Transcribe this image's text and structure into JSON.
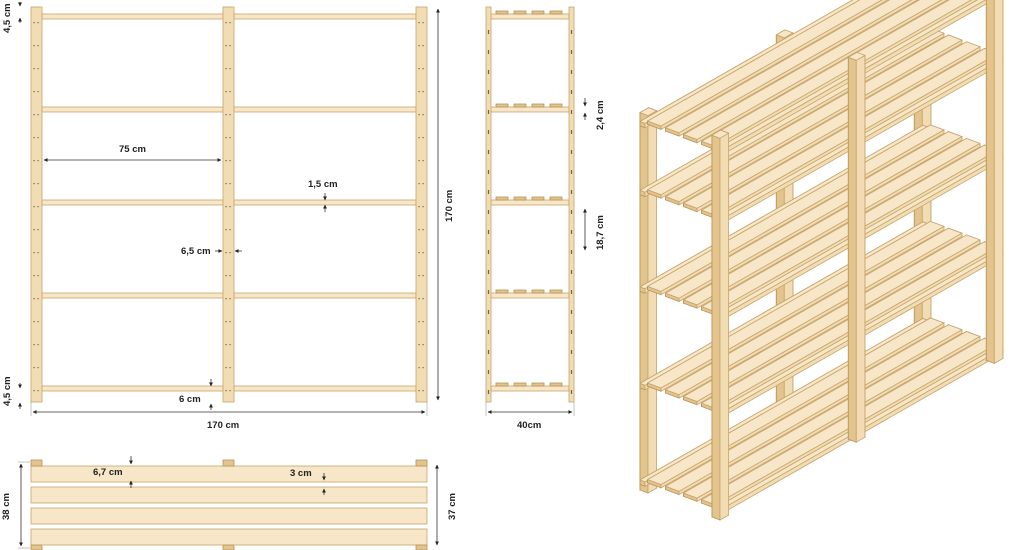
{
  "front_view": {
    "total_width": "170 cm",
    "total_height": "170 cm",
    "bay_width": "75 cm",
    "shelf_thickness": "1,5 cm",
    "post_width": "6,5 cm",
    "bottom_gap": "6 cm",
    "top_offset": "4,5 cm",
    "bottom_offset": "4,5 cm"
  },
  "side_view": {
    "depth": "40cm",
    "slat_gap": "2,4 cm",
    "shelf_spacing": "18,7 cm"
  },
  "top_view": {
    "slat_width": "6,7 cm",
    "slat_gap": "3 cm",
    "outer_depth": "38 cm",
    "inner_depth": "37 cm"
  }
}
